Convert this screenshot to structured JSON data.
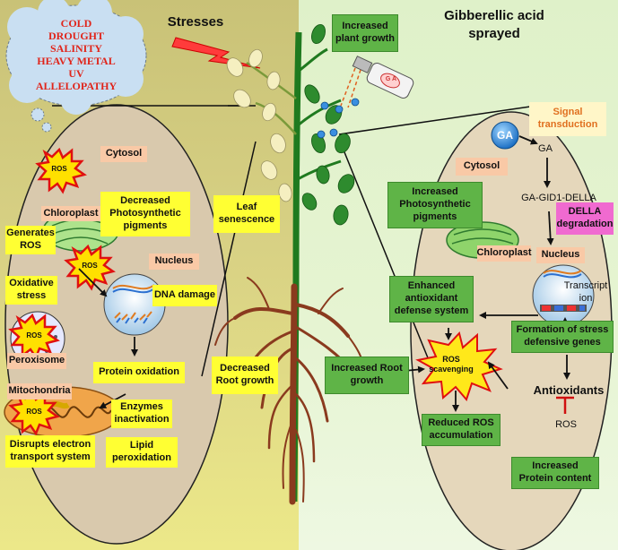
{
  "left": {
    "title": "Stresses",
    "stresses": [
      "COLD",
      "DROUGHT",
      "SALINITY",
      "HEAVY METAL",
      "UV",
      "ALLELOPATHY"
    ],
    "cytosol": "Cytosol",
    "ros": "ROS",
    "chloroplast": "Chloroplast",
    "decreased_pigments": "Decreased\nPhotosynthetic\npigments",
    "generates_ros": "Generates\nROS",
    "nucleus": "Nucleus",
    "oxidative_stress": "Oxidative\nstress",
    "dna_damage": "DNA damage",
    "peroxisome": "Peroxisome",
    "protein_oxidation": "Protein oxidation",
    "mitochondria": "Mitochondria",
    "enzymes_inactivation": "Enzymes\ninactivation",
    "disrupts_ets": "Disrupts electron\ntransport system",
    "lipid_peroxidation": "Lipid\nperoxidation"
  },
  "center": {
    "leaf_senescence": "Leaf\nsenescence",
    "decreased_root_growth": "Decreased\nRoot growth",
    "increased_plant_growth": "Increased\nplant growth",
    "increased_root_growth": "Increased Root\ngrowth",
    "spray_label": "G A"
  },
  "right": {
    "title": "Gibberellic acid\nsprayed",
    "signal_transduction": "Signal\ntransduction",
    "ga_badge": "GA",
    "ga": "GA",
    "cytosol": "Cytosol",
    "ga_gid1_della": "GA-GID1-DELLA",
    "increased_pigments": "Increased\nPhotosynthetic\npigments",
    "della_degradation": "DELLA\ndegradation",
    "chloroplast": "Chloroplast",
    "nucleus": "Nucleus",
    "transcription": "Transcript\nion",
    "enhanced_antioxidant": "Enhanced\nantioxidant\ndefense system",
    "formation_genes": "Formation of stress\ndefensive genes",
    "ros_scavenging": "ROS\nscavenging",
    "antioxidants": "Antioxidants",
    "reduced_ros": "Reduced ROS\naccumulation",
    "ros": "ROS",
    "increased_protein": "Increased\nProtein content"
  }
}
